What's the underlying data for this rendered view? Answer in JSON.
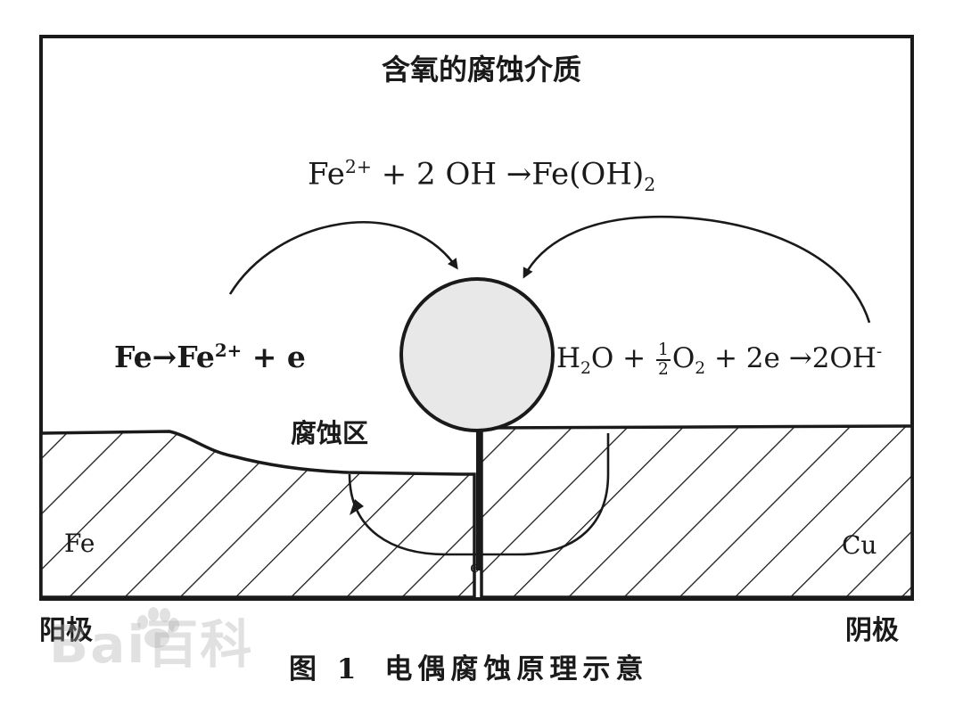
{
  "medium_title": "含氧的腐蚀介质",
  "reaction_top": {
    "fe_ion": "Fe",
    "fe_charge": "2+",
    "middle": " + 2 OH ",
    "arrow": "→",
    "product": "Fe(OH)",
    "product_sub": "2"
  },
  "anode_reaction": {
    "lhs": "Fe",
    "arrow": "→",
    "fe_ion": "Fe",
    "fe_charge": "2+",
    "rest": " + e"
  },
  "cathode_reaction": {
    "h2o": "H",
    "h2o_sub": "2",
    "o": "O + ",
    "frac_num": "1",
    "frac_den": "2",
    "o2": "O",
    "o2_sub": "2",
    "middle": " + 2e ",
    "arrow": "→",
    "product": "2OH",
    "product_charge": "-"
  },
  "corrosion_zone_label": "腐蚀区",
  "electron_label": "e",
  "metal_left": "Fe",
  "metal_right": "Cu",
  "pole_left": "阳极",
  "pole_right": "阴极",
  "caption": {
    "number": "图 1",
    "text": "电偶腐蚀原理示意"
  },
  "watermark": "Bai百科",
  "colors": {
    "ink": "#1a1a1a",
    "droplet_fill": "#e8e8e8",
    "background": "#ffffff"
  }
}
